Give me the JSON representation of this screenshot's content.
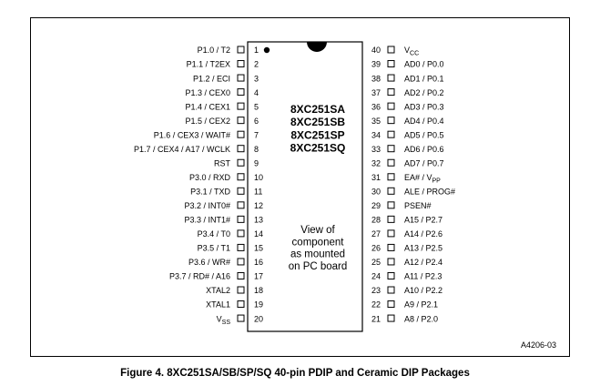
{
  "figure": {
    "caption": "Figure 4. 8XC251SA/SB/SP/SQ 40-pin PDIP and Ceramic DIP Packages",
    "reference": "A4206-03"
  },
  "chip": {
    "part_numbers": [
      "8XC251SA",
      "8XC251SB",
      "8XC251SP",
      "8XC251SQ"
    ],
    "view_note": [
      "View of",
      "component",
      "as mounted",
      "on PC board"
    ]
  },
  "left_pins": [
    {
      "num": "1",
      "name": "P1.0 / T2"
    },
    {
      "num": "2",
      "name": "P1.1 / T2EX"
    },
    {
      "num": "3",
      "name": "P1.2 / ECI"
    },
    {
      "num": "4",
      "name": "P1.3 / CEX0"
    },
    {
      "num": "5",
      "name": "P1.4 / CEX1"
    },
    {
      "num": "6",
      "name": "P1.5 / CEX2"
    },
    {
      "num": "7",
      "name": "P1.6 / CEX3 / WAIT#"
    },
    {
      "num": "8",
      "name": "P1.7 / CEX4 / A17 / WCLK"
    },
    {
      "num": "9",
      "name": "RST"
    },
    {
      "num": "10",
      "name": "P3.0 / RXD"
    },
    {
      "num": "11",
      "name": "P3.1 / TXD"
    },
    {
      "num": "12",
      "name": "P3.2 / INT0#"
    },
    {
      "num": "13",
      "name": "P3.3 / INT1#"
    },
    {
      "num": "14",
      "name": "P3.4 / T0"
    },
    {
      "num": "15",
      "name": "P3.5 / T1"
    },
    {
      "num": "16",
      "name": "P3.6 / WR#"
    },
    {
      "num": "17",
      "name": "P3.7 / RD# / A16"
    },
    {
      "num": "18",
      "name": "XTAL2"
    },
    {
      "num": "19",
      "name": "XTAL1"
    },
    {
      "num": "20",
      "name": "V",
      "sub": "SS"
    }
  ],
  "right_pins": [
    {
      "num": "40",
      "name": "V",
      "sub": "CC"
    },
    {
      "num": "39",
      "name": "AD0 / P0.0"
    },
    {
      "num": "38",
      "name": "AD1 / P0.1"
    },
    {
      "num": "37",
      "name": "AD2 / P0.2"
    },
    {
      "num": "36",
      "name": "AD3 / P0.3"
    },
    {
      "num": "35",
      "name": "AD4 / P0.4"
    },
    {
      "num": "34",
      "name": "AD5 / P0.5"
    },
    {
      "num": "33",
      "name": "AD6 / P0.6"
    },
    {
      "num": "32",
      "name": "AD7 / P0.7"
    },
    {
      "num": "31",
      "name": "EA# / V",
      "sub": "PP"
    },
    {
      "num": "30",
      "name": "ALE / PROG#"
    },
    {
      "num": "29",
      "name": "PSEN#"
    },
    {
      "num": "28",
      "name": "A15 / P2.7"
    },
    {
      "num": "27",
      "name": "A14 / P2.6"
    },
    {
      "num": "26",
      "name": "A13 / P2.5"
    },
    {
      "num": "25",
      "name": "A12 / P2.4"
    },
    {
      "num": "24",
      "name": "A11 / P2.3"
    },
    {
      "num": "23",
      "name": "A10 / P2.2"
    },
    {
      "num": "22",
      "name": "A9 / P2.1"
    },
    {
      "num": "21",
      "name": "A8 / P2.0"
    }
  ]
}
